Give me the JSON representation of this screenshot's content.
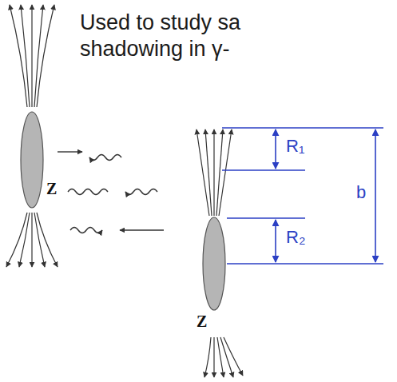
{
  "diagram": {
    "title": "Used to study sa shadowing in γ-",
    "labels": [
      "Z",
      "Z",
      "R₁",
      "R₂",
      "b"
    ]
  }
}
